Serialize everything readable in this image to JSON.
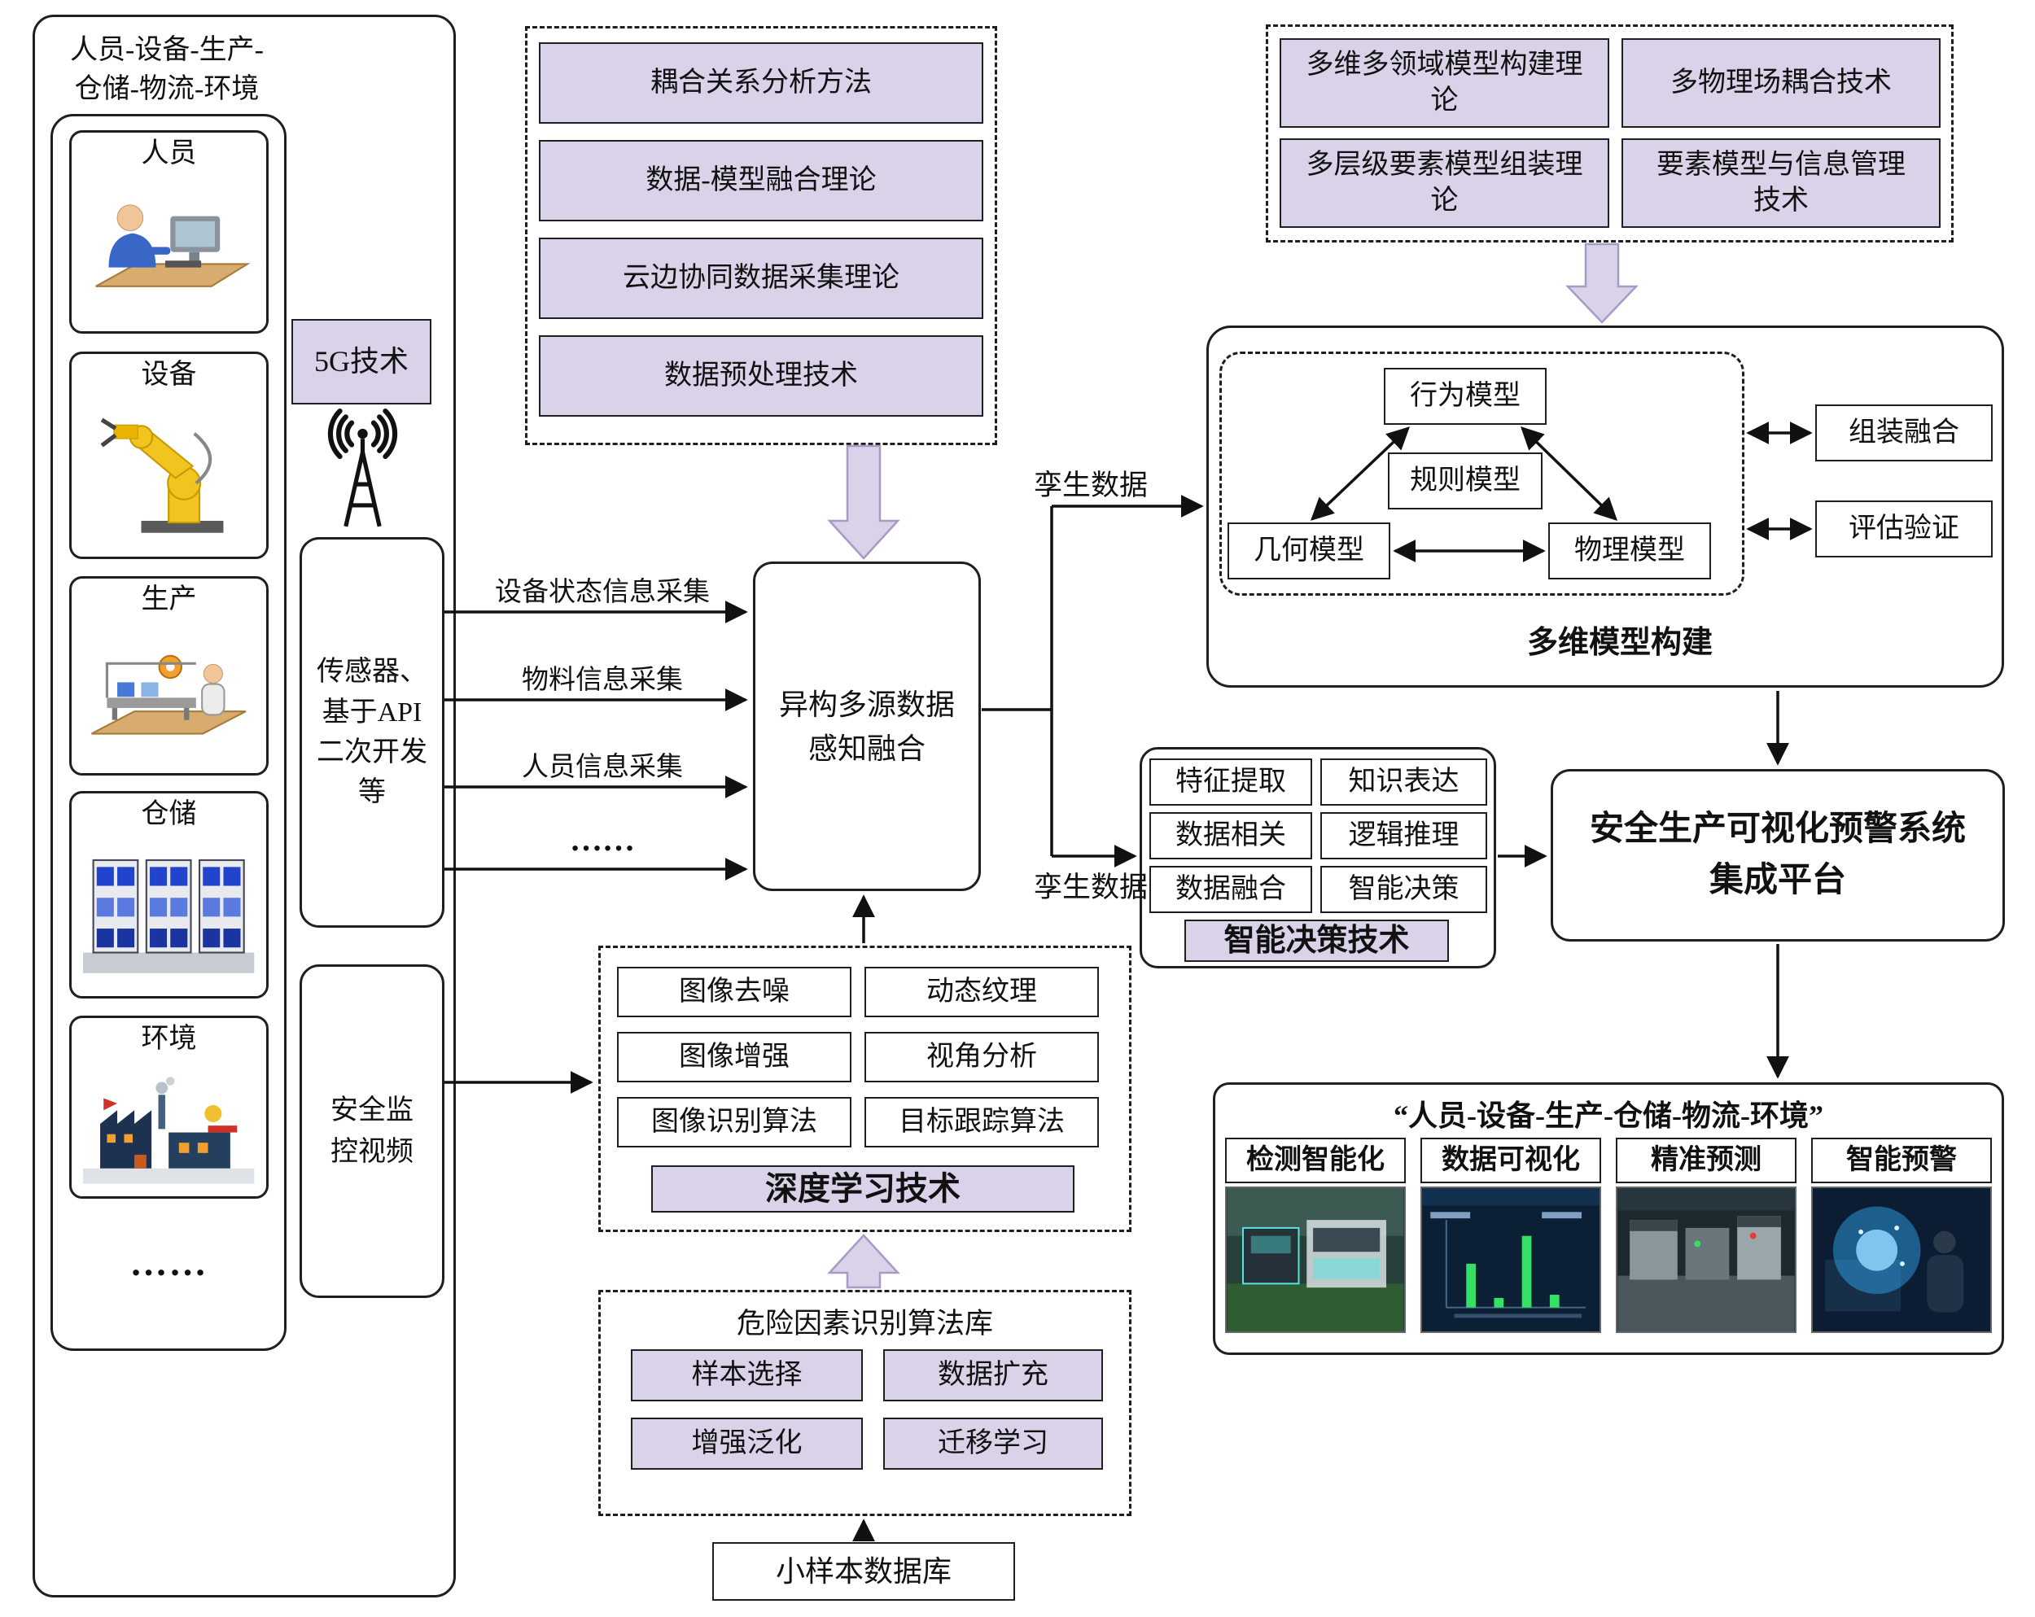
{
  "left_panel": {
    "title_line1": "人员-设备-生产-",
    "title_line2": "仓储-物流-环境",
    "items": [
      {
        "label": "人员"
      },
      {
        "label": "设备"
      },
      {
        "label": "生产"
      },
      {
        "label": "仓储"
      },
      {
        "label": "环境"
      }
    ],
    "ellipsis": "……"
  },
  "middle_column": {
    "five_g": "5G技术",
    "sensor_box": "传感器、基于API二次开发等",
    "video_box": "安全监控视频"
  },
  "acquisition_labels": [
    "设备状态信息采集",
    "物料信息采集",
    "人员信息采集",
    "……"
  ],
  "top_theory_box": {
    "items": [
      "耦合关系分析方法",
      "数据-模型融合理论",
      "云边协同数据采集理论",
      "数据预处理技术"
    ]
  },
  "center_node": {
    "line1": "异构多源数据",
    "line2": "感知融合"
  },
  "twin_data_top": "孪生数据",
  "twin_data_bottom": "孪生数据",
  "top_right_box": {
    "items": [
      "多维多领域模型构建理论",
      "多物理场耦合技术",
      "多层级要素模型组装理论",
      "要素模型与信息管理技术"
    ]
  },
  "model_region": {
    "behavior": "行为模型",
    "rule": "规则模型",
    "geometry": "几何模型",
    "physics": "物理模型",
    "assembly": "组装融合",
    "evaluation": "评估验证",
    "caption": "多维模型构建"
  },
  "decision_group": {
    "cells": [
      "特征提取",
      "知识表达",
      "数据相关",
      "逻辑推理",
      "数据融合",
      "智能决策"
    ],
    "caption": "智能决策技术"
  },
  "platform": {
    "line1": "安全生产可视化预警系统",
    "line2": "集成平台"
  },
  "result_box": {
    "title": "“人员-设备-生产-仓储-物流-环境”",
    "panels": [
      "检测智能化",
      "数据可视化",
      "精准预测",
      "智能预警"
    ]
  },
  "deep_learning_box": {
    "cells": [
      "图像去噪",
      "动态纹理",
      "图像增强",
      "视角分析",
      "图像识别算法",
      "目标跟踪算法"
    ],
    "caption": "深度学习技术"
  },
  "hazard_box": {
    "title": "危险因素识别算法库",
    "cells": [
      "样本选择",
      "数据扩充",
      "增强泛化",
      "迁移学习"
    ]
  },
  "small_sample_db": "小样本数据库",
  "icons": {
    "antenna": "5g-signal-tower"
  },
  "colors": {
    "lavender": "#d9d2e9",
    "border": "#1f1f1f",
    "arrow_fill": "#d9d2e9",
    "arrow_stroke": "#a79ac4"
  }
}
